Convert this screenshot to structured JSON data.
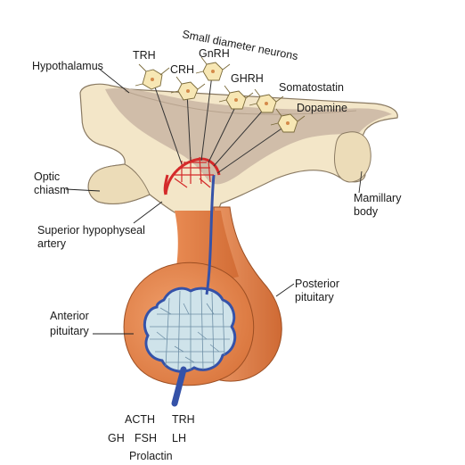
{
  "title_text": "Small diameter neurons",
  "labels": {
    "hypothalamus": "Hypothalamus",
    "trh_top": "TRH",
    "crh": "CRH",
    "gnrh": "GnRH",
    "ghrh": "GHRH",
    "somatostatin": "Somatostatin",
    "dopamine": "Dopamine",
    "optic_chiasm_1": "Optic",
    "optic_chiasm_2": "chiasm",
    "mamillary_1": "Mamillary",
    "mamillary_2": "body",
    "sup_hyp_1": "Superior hypophyseal",
    "sup_hyp_2": "artery",
    "posterior_1": "Posterior",
    "posterior_2": "pituitary",
    "anterior_1": "Anterior",
    "anterior_2": "pituitary",
    "acth": "ACTH",
    "trh_bottom": "TRH",
    "gh": "GH",
    "fsh": "FSH",
    "lh": "LH",
    "prolactin": "Prolactin"
  },
  "colors": {
    "brain_tissue": "#f3e6c8",
    "hypothalamus_shade": "#c9b8a6",
    "pituitary_orange": "#e0834a",
    "pituitary_dark": "#c9652f",
    "cell_fill": "#cfe3ea",
    "vessel_blue": "#3552a8",
    "artery_red": "#d42a2a",
    "neuron_fill": "#f7e7b4"
  }
}
